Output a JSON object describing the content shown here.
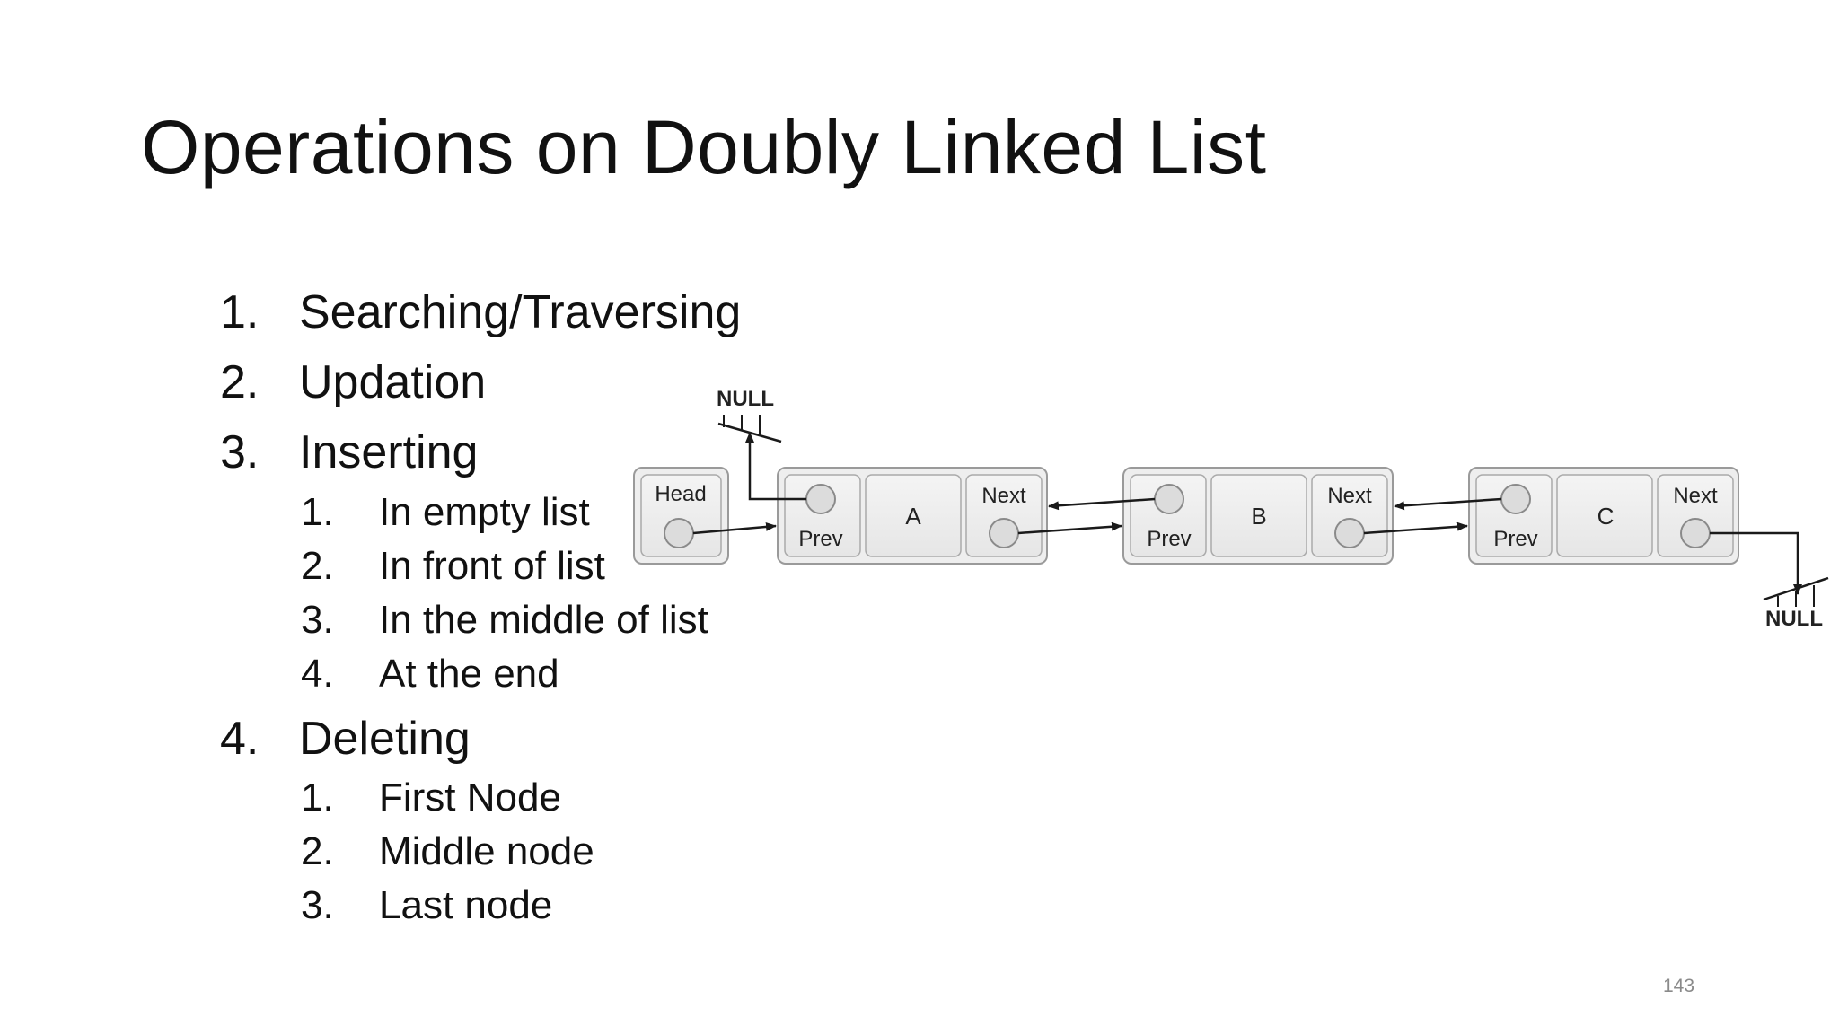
{
  "slide": {
    "title": "Operations on Doubly Linked List",
    "page_number": "143"
  },
  "outline": [
    {
      "num": "1.",
      "text": "Searching/Traversing",
      "children": []
    },
    {
      "num": "2.",
      "text": "Updation",
      "children": []
    },
    {
      "num": "3.",
      "text": "Inserting",
      "children": [
        {
          "num": "1.",
          "text": "In empty list"
        },
        {
          "num": "2.",
          "text": "In front of list"
        },
        {
          "num": "3.",
          "text": "In the middle of list"
        },
        {
          "num": "4.",
          "text": "At the end"
        }
      ]
    },
    {
      "num": "4.",
      "text": "Deleting",
      "children": [
        {
          "num": "1.",
          "text": "First Node"
        },
        {
          "num": "2.",
          "text": "Middle node"
        },
        {
          "num": "3.",
          "text": "Last node"
        }
      ]
    }
  ],
  "diagram": {
    "head_label": "Head",
    "null_top": "NULL",
    "null_bottom": "NULL",
    "nodes": [
      {
        "prev_label": "Prev",
        "data": "A",
        "next_label": "Next"
      },
      {
        "prev_label": "Prev",
        "data": "B",
        "next_label": "Next"
      },
      {
        "prev_label": "Prev",
        "data": "C",
        "next_label": "Next"
      }
    ]
  }
}
